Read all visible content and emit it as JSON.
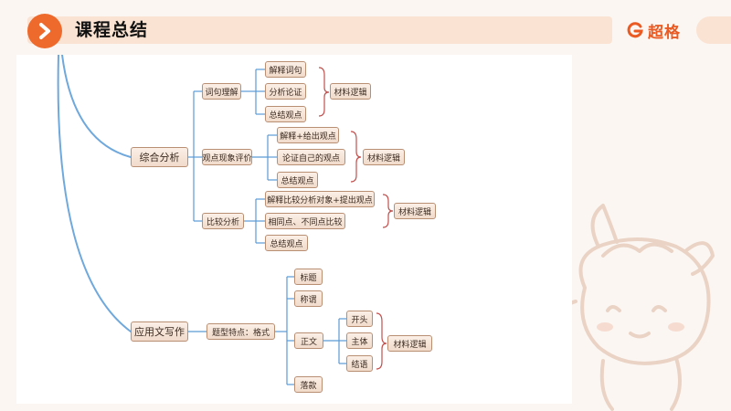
{
  "header": {
    "title": "课程总结",
    "brand": "超格"
  },
  "colors": {
    "accent": "#ee6a2c",
    "band": "#fbe3d3",
    "trunk": "#6fa8dc",
    "branch": "#5b9bd5",
    "brace": "#c0504d"
  },
  "mindmap": {
    "synthesis": {
      "label": "综合分析",
      "groups": [
        {
          "label": "词句理解",
          "items": [
            "解释词句",
            "分析论证",
            "总结观点"
          ],
          "note": "材料逻辑"
        },
        {
          "label": "观点现象评价",
          "items": [
            "解释+给出观点",
            "论证自己的观点",
            "总结观点"
          ],
          "note": "材料逻辑"
        },
        {
          "label": "比较分析",
          "items": [
            "解释比较分析对象+提出观点",
            "相同点、不同点比较",
            "总结观点"
          ],
          "note": "材料逻辑"
        }
      ]
    },
    "writing": {
      "label": "应用文写作",
      "feature": "题型特点：格式",
      "items": [
        "标题",
        "称谓",
        "正文",
        "落款"
      ],
      "body_items": [
        "开头",
        "主体",
        "结语"
      ],
      "note": "材料逻辑"
    }
  }
}
